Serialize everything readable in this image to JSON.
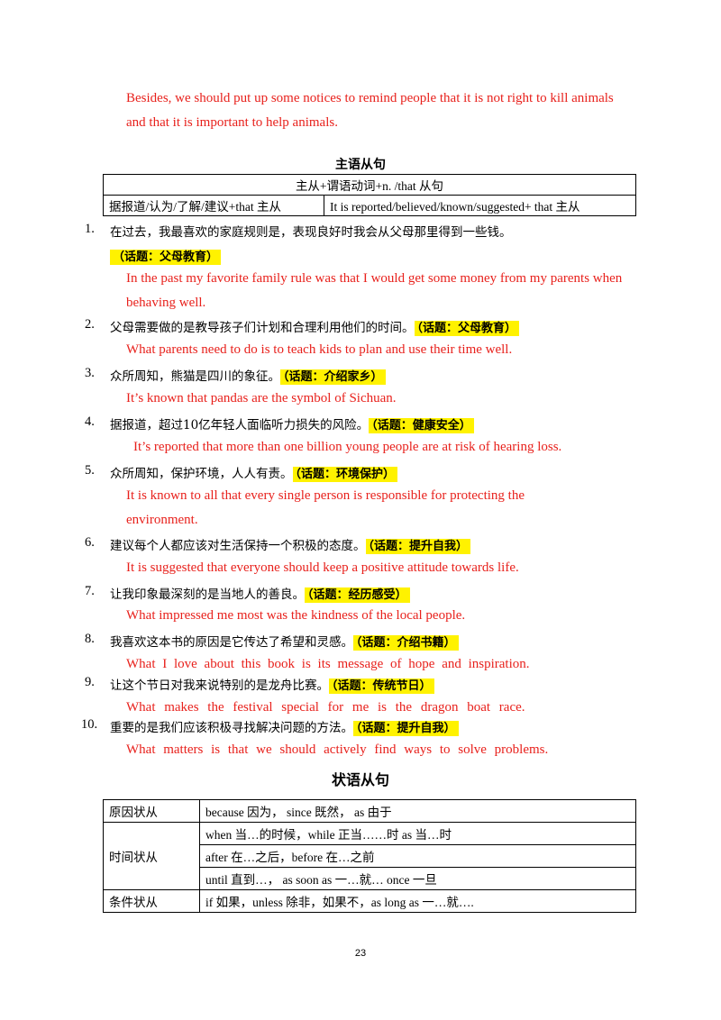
{
  "intro": "Besides, we should put up some notices to remind people that it is not right to kill animals and that it is important to help animals.",
  "subject_clause": {
    "title": "主语从句",
    "header": "主从+谓语动词+n. /that 从句",
    "left": "据报道/认为/了解/建议+that 主从",
    "right": "It is reported/believed/known/suggested+ that 主从"
  },
  "items": [
    {
      "num": "1.",
      "zh": "在过去，我最喜欢的家庭规则是，表现良好时我会从父母那里得到一些钱。",
      "topic": "（话题：父母教育）",
      "en": "In the past my favorite family rule was that I would get some money from my parents when behaving well."
    },
    {
      "num": "2.",
      "zh": "父母需要做的是教导孩子们计划和合理利用他们的时间。",
      "topic": "（话题：父母教育）",
      "en": "What parents need to do is to teach kids to plan and use their time well."
    },
    {
      "num": "3.",
      "zh": "众所周知，熊猫是四川的象征。",
      "topic": "（话题：介绍家乡）",
      "en": "It’s known that pandas are the symbol of Sichuan."
    },
    {
      "num": "4.",
      "zh": "据报道，超过10亿年轻人面临听力损失的风险。",
      "topic": "（话题：健康安全）",
      "en": "It’s reported that more than one billion young people are at risk of hearing loss."
    },
    {
      "num": "5.",
      "zh": "众所周知，保护环境，人人有责。",
      "topic": "（话题：环境保护）",
      "en": "It is known to all that every single person is responsible for protecting the environment."
    },
    {
      "num": "6.",
      "zh": "建议每个人都应该对生活保持一个积极的态度。",
      "topic": "（话题：提升自我）",
      "en": "It is suggested that everyone should keep a positive attitude towards life."
    },
    {
      "num": "7.",
      "zh": "让我印象最深刻的是当地人的善良。",
      "topic": "（话题：经历感受）",
      "en": "What impressed me most was the kindness of the local people."
    },
    {
      "num": "8.",
      "zh": "我喜欢这本书的原因是它传达了希望和灵感。",
      "topic": "（话题：介绍书籍）",
      "en": "What I love about this book is its message of hope and inspiration."
    },
    {
      "num": "9.",
      "zh": "让这个节日对我来说特别的是龙舟比赛。",
      "topic": "（话题：传统节日）",
      "en": "What makes the festival special for me is the dragon boat race."
    },
    {
      "num": "10.",
      "zh": "重要的是我们应该积极寻找解决问题的方法。",
      "topic": "（话题：提升自我）",
      "en": "What matters is that we should actively find ways to solve problems."
    }
  ],
  "adverbial": {
    "title": "状语从句",
    "reason_label": "原因状从",
    "reason": "because 因为，  since 既然，  as 由于",
    "time_label": "时间状从",
    "time1": "when 当…的时候，while 正当……时  as  当…时",
    "time2": "after 在…之后，before 在…之前",
    "time3": "until 直到…，  as soon as  一…就…    once  一旦",
    "cond_label": "条件状从",
    "cond": "if 如果，unless 除非，如果不，as long as  一…就…."
  },
  "page_number": "23",
  "colors": {
    "answer": "#e8211c",
    "highlight": "#fff200"
  }
}
